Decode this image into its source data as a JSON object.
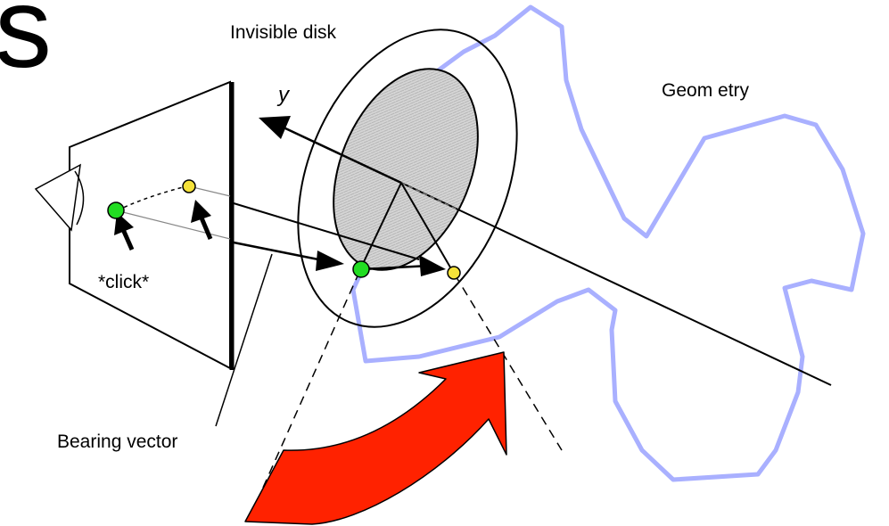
{
  "header": {
    "heading_fragment": "s"
  },
  "labels": {
    "invisible_disk": "Invisible disk",
    "geometry": "Geom etry",
    "axis_y": "y",
    "click": "*click*",
    "bearing_vector": "Bearing vector"
  },
  "colors": {
    "geometry_outline": "#a9b0ff",
    "disk_fill": "#d0d0d0",
    "green_point": "#22dd22",
    "yellow_point": "#f5e23a",
    "rotation_arrow": "#ff2200"
  },
  "icons": {
    "rotation_arrow": "curved-arrow",
    "cursor": "arrow-cursor"
  }
}
